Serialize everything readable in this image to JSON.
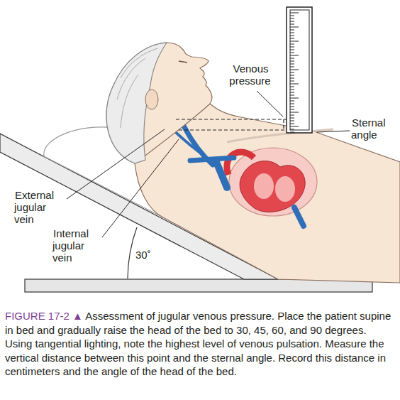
{
  "diagram": {
    "caption": "FIGURE 17-2 ▲ Assessment of jugular venous pressure. Place the patient supine in bed and gradually raise the head of the bed to 30, 45, 60, and 90 degrees. Using tangential lighting, note the highest level of venous pulsation. Measure the vertical distance between this point and the sternal angle. Record this distance in centimeters and the angle of the head of the bed.",
    "labels": [
      "Venous pressure",
      "Sternal angle",
      "External jugular vein",
      "Internal jugular vein",
      "30˚"
    ]
  }
}
